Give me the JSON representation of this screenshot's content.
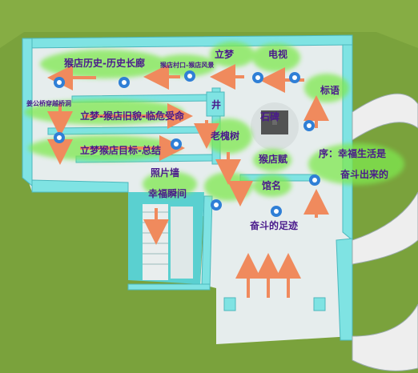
{
  "colors": {
    "ground": "#7aa23c",
    "floor": "#e7eeee",
    "wall": "#7fe3e3",
    "wall_dark": "#4cb8bd",
    "zone": "#7fe84f",
    "arrow": "#f08a5d",
    "text": "#4a1a8c",
    "footprint": "#2f7fd6"
  },
  "labels": {
    "shop_history": "猴店历史-历史长廊",
    "village_scene": "猴店村口-猴店风景",
    "limeng_top": "立梦",
    "tv": "电视",
    "slogan": "标语",
    "jiang_gong": "姜公桥穿越桥洞",
    "limeng_old": "立梦-猴店旧貌-临危受命",
    "well": "井",
    "stone_tablet": "石碑",
    "old_tree": "老槐树",
    "limeng_goal": "立梦猴店目标-总结",
    "shop_plaque": "猴店赋",
    "preface_line1": "序：幸福生活是",
    "preface_line2": "奋斗出来的",
    "photo_wall": "照片墙",
    "happy_lane": "幸福瞬间",
    "hall_name": "馆名",
    "footprints": "奋斗的足迹"
  },
  "icons": [
    "footprint-icon",
    "arrow-icon",
    "stone-tablet-icon",
    "staircase-icon"
  ]
}
